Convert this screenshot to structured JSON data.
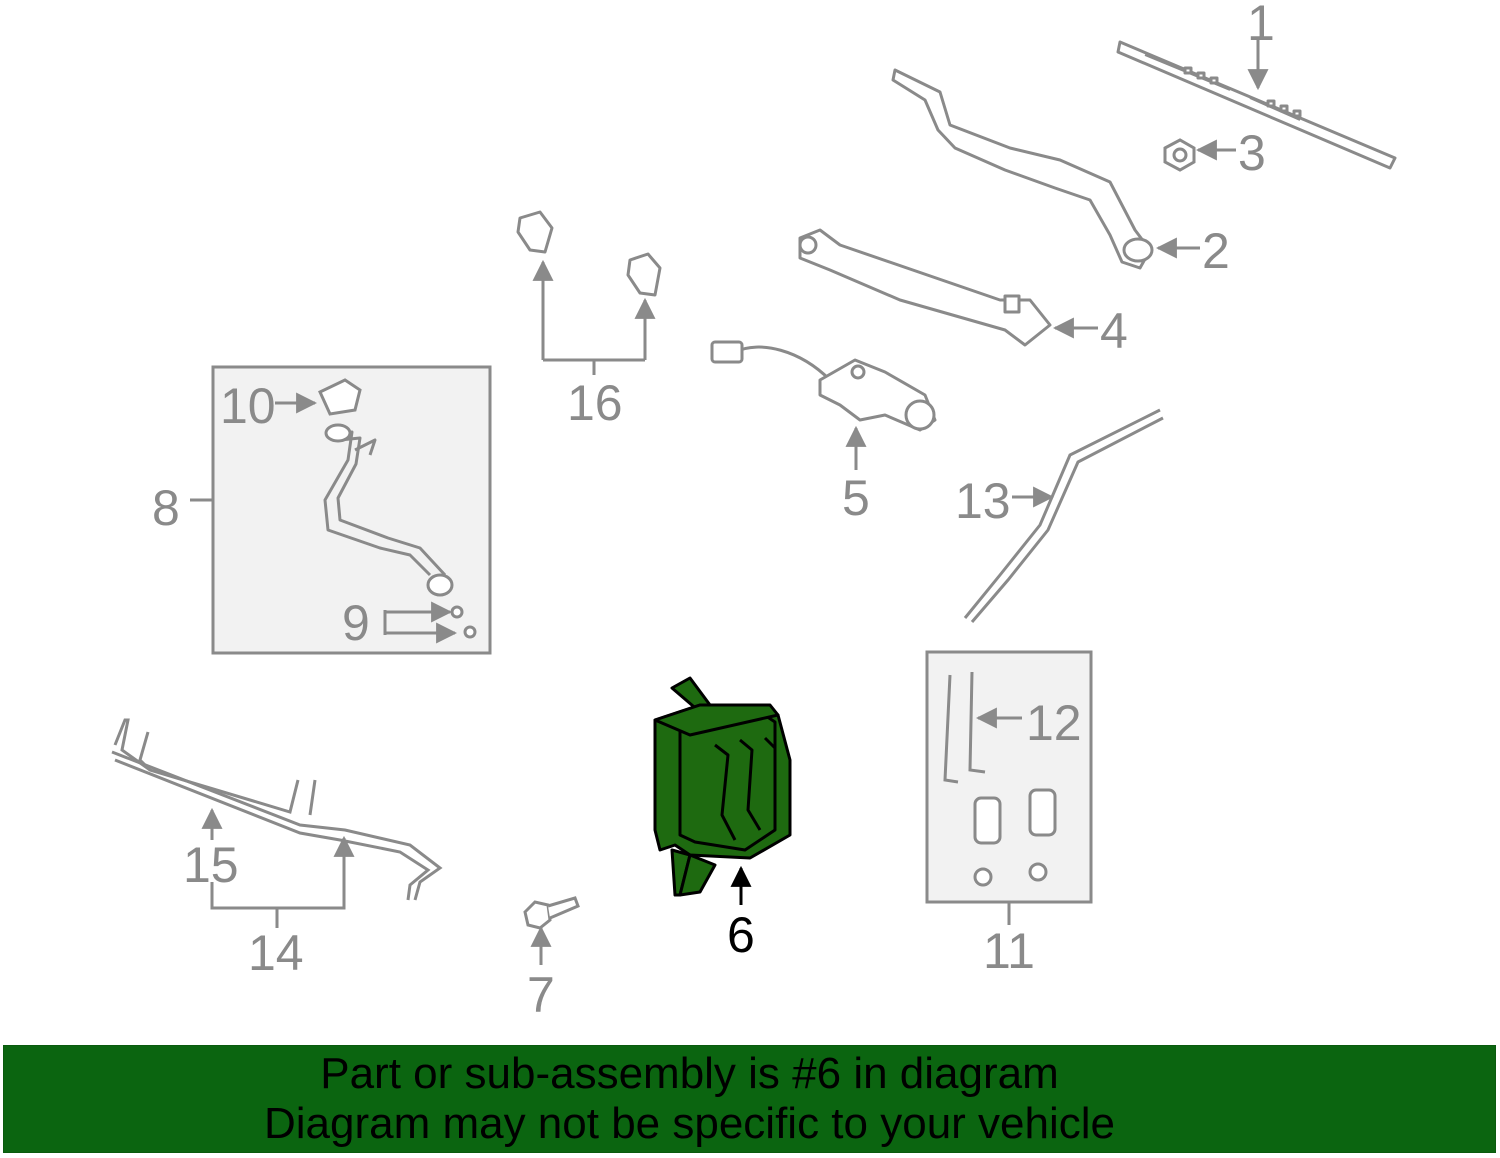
{
  "diagram": {
    "highlight_color": "#1e6a10",
    "line_color": "#8a8a8a",
    "box_fill": "#f2f2f2",
    "callouts": [
      {
        "id": "c1",
        "label": "1"
      },
      {
        "id": "c2",
        "label": "2"
      },
      {
        "id": "c3",
        "label": "3"
      },
      {
        "id": "c4",
        "label": "4"
      },
      {
        "id": "c5",
        "label": "5"
      },
      {
        "id": "c6",
        "label": "6"
      },
      {
        "id": "c7",
        "label": "7"
      },
      {
        "id": "c8",
        "label": "8"
      },
      {
        "id": "c9",
        "label": "9"
      },
      {
        "id": "c10",
        "label": "10"
      },
      {
        "id": "c11",
        "label": "11"
      },
      {
        "id": "c12",
        "label": "12"
      },
      {
        "id": "c13",
        "label": "13"
      },
      {
        "id": "c14",
        "label": "14"
      },
      {
        "id": "c15",
        "label": "15"
      },
      {
        "id": "c16",
        "label": "16"
      }
    ]
  },
  "banner": {
    "line1": "Part or sub-assembly is #6 in diagram",
    "line2": "Diagram may not be specific to your vehicle",
    "background": "#0b6510"
  }
}
